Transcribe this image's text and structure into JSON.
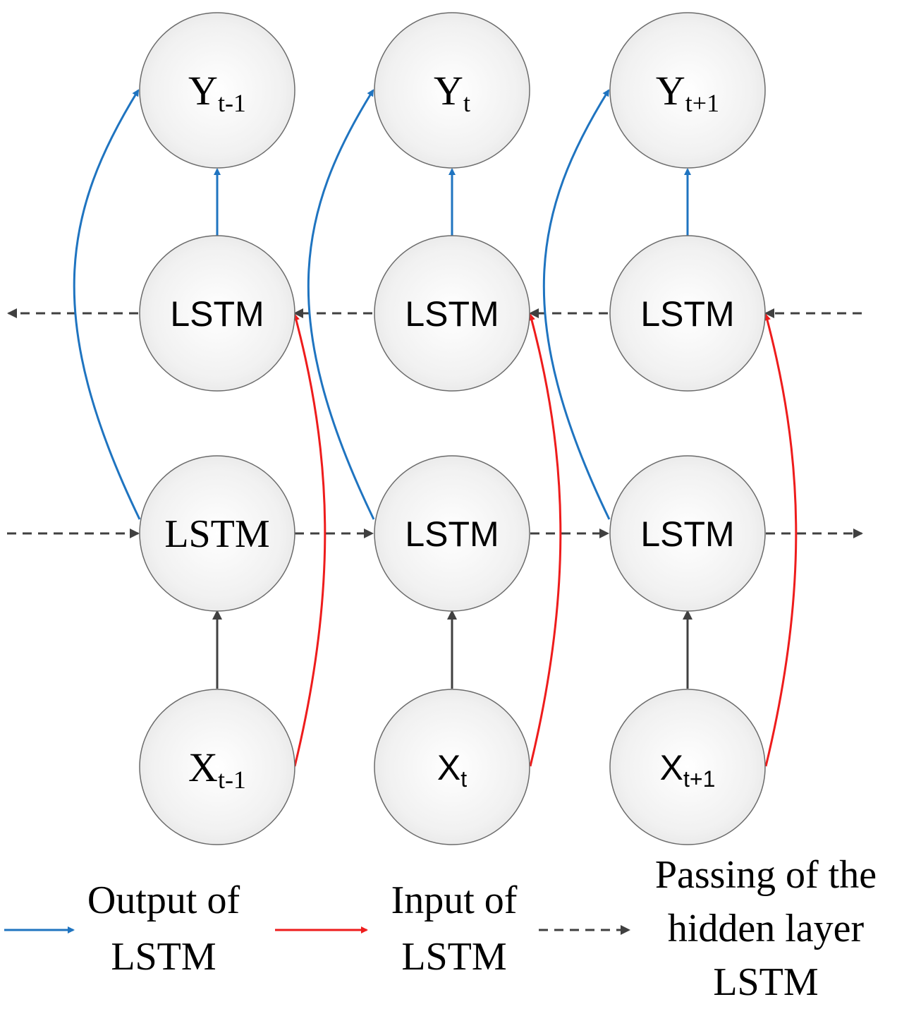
{
  "nodes": {
    "y_prev": {
      "base": "Y",
      "sub": "t-1"
    },
    "y_cur": {
      "base": "Y",
      "sub": "t"
    },
    "y_next": {
      "base": "Y",
      "sub": "t+1"
    },
    "lstm_back_prev": "LSTM",
    "lstm_back_cur": "LSTM",
    "lstm_back_next": "LSTM",
    "lstm_fwd_prev": "LSTM",
    "lstm_fwd_cur": "LSTM",
    "lstm_fwd_next": "LSTM",
    "x_prev": {
      "base": "X",
      "sub": "t-1"
    },
    "x_cur": {
      "base": "X",
      "sub": "t"
    },
    "x_next": {
      "base": "X",
      "sub": "t+1"
    }
  },
  "legend": {
    "output": {
      "line1": "Output of",
      "line2": "LSTM",
      "color": "#1f74c0"
    },
    "input": {
      "line1": "Input of",
      "line2": "LSTM",
      "color": "#ee1c1c"
    },
    "hidden": {
      "line1": "Passing of the",
      "line2": "hidden layer",
      "line3": "LSTM",
      "color": "#404040"
    }
  },
  "colors": {
    "output_arrow": "#1f74c0",
    "input_arrow": "#ee1c1c",
    "hidden_arrow": "#404040",
    "node_stroke": "#6b6b6b"
  }
}
